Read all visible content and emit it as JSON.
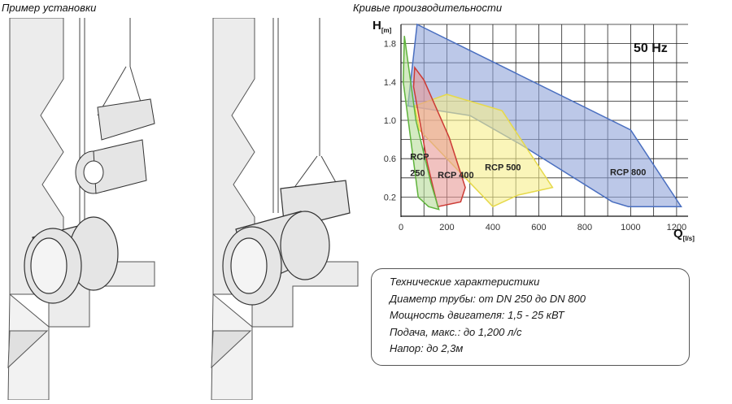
{
  "captions": {
    "installation": "Пример установки",
    "performance": "Кривые производительности"
  },
  "specs": {
    "title": "Технические характеристики",
    "lines": [
      "Диаметр трубы: от DN 250 до DN 800",
      "Мощность двигателя: 1,5 - 25 кВТ",
      "Подача, макс.: до 1,200 л/с",
      "Напор: до 2,3м"
    ]
  },
  "chart_data": {
    "type": "area",
    "title": "",
    "badge": "50 Hz",
    "ylabel": "H",
    "ylabel_unit": "[m]",
    "xlabel": "Q",
    "xlabel_unit": "[l/s]",
    "xlim": [
      0,
      1250
    ],
    "ylim": [
      0,
      2.0
    ],
    "x_ticks": [
      0,
      200,
      400,
      600,
      800,
      1000,
      1200
    ],
    "y_ticks": [
      0.2,
      0.6,
      1.0,
      1.4,
      1.8
    ],
    "grid": true,
    "series": [
      {
        "name": "RCP 800",
        "color": "#8fa3d9",
        "stroke": "#4a6fc0",
        "points": [
          [
            30,
            1.15
          ],
          [
            70,
            2.0
          ],
          [
            1000,
            0.9
          ],
          [
            1220,
            0.1
          ],
          [
            990,
            0.1
          ],
          [
            920,
            0.15
          ],
          [
            520,
            0.75
          ],
          [
            300,
            1.05
          ],
          [
            30,
            1.15
          ]
        ]
      },
      {
        "name": "RCP 500",
        "color": "#f7ef8a",
        "stroke": "#e6d94a",
        "points": [
          [
            60,
            1.15
          ],
          [
            200,
            1.27
          ],
          [
            440,
            1.1
          ],
          [
            660,
            0.3
          ],
          [
            510,
            0.22
          ],
          [
            400,
            0.1
          ],
          [
            280,
            0.4
          ],
          [
            140,
            0.75
          ],
          [
            80,
            0.9
          ],
          [
            60,
            1.15
          ]
        ]
      },
      {
        "name": "RCP 400",
        "color": "#e89a96",
        "stroke": "#cc3b35",
        "points": [
          [
            60,
            1.55
          ],
          [
            100,
            1.42
          ],
          [
            210,
            0.82
          ],
          [
            280,
            0.3
          ],
          [
            260,
            0.15
          ],
          [
            160,
            0.1
          ],
          [
            115,
            0.55
          ],
          [
            55,
            1.35
          ],
          [
            60,
            1.55
          ]
        ]
      },
      {
        "name": "RCP 250",
        "color": "#b7dc9a",
        "stroke": "#5fb33c",
        "points": [
          [
            15,
            1.88
          ],
          [
            65,
            1.0
          ],
          [
            130,
            0.35
          ],
          [
            165,
            0.07
          ],
          [
            120,
            0.1
          ],
          [
            75,
            0.2
          ],
          [
            10,
            1.4
          ],
          [
            15,
            1.88
          ]
        ]
      }
    ],
    "labels": [
      {
        "text": "RCP",
        "x": 40,
        "y": 0.59
      },
      {
        "text": "250",
        "x": 40,
        "y": 0.42
      },
      {
        "text": "RCP 400",
        "x": 160,
        "y": 0.4
      },
      {
        "text": "RCP 500",
        "x": 365,
        "y": 0.48
      },
      {
        "text": "RCP 800",
        "x": 910,
        "y": 0.43
      }
    ]
  }
}
